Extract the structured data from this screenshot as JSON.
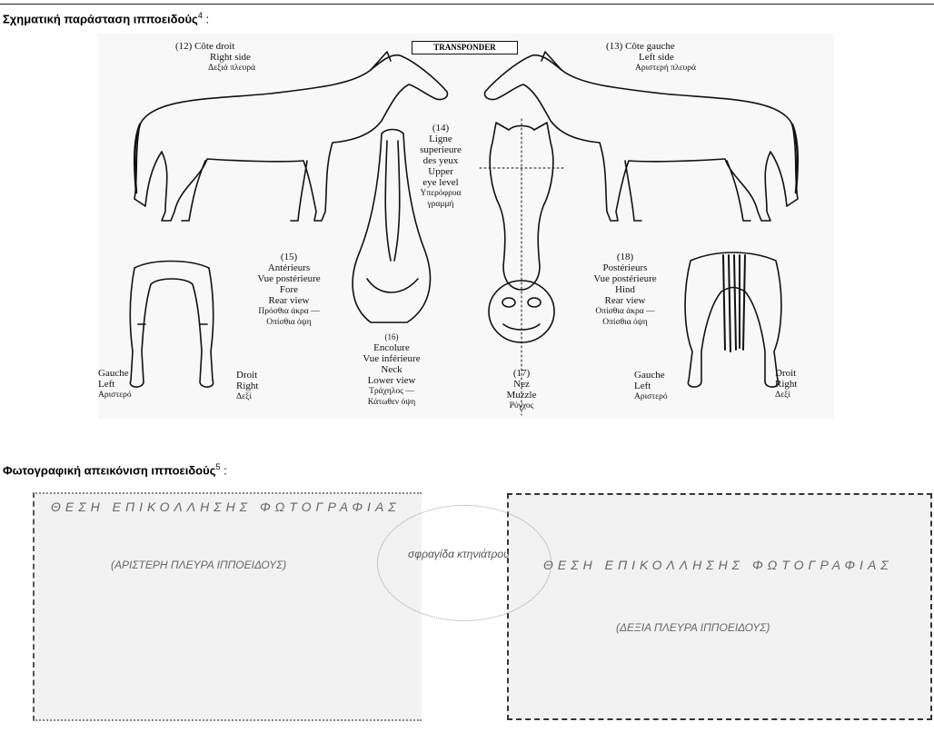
{
  "sections": {
    "schematic_heading": "Σχηματική παράσταση ιπποειδούς",
    "schematic_sup": "4",
    "photo_heading": "Φωτογραφική απεικόνιση ιπποειδούς",
    "photo_sup": "5",
    "heading_suffix": " :"
  },
  "diagram": {
    "transponder": "TRANSPONDER",
    "right_side": [
      "(12)  Côte droit",
      "Right side",
      "Δεξιά πλευρά"
    ],
    "left_side": [
      "(13)  Côte gauche",
      "Left side",
      "Αριστερή πλευρά"
    ],
    "eye_level": [
      "(14)",
      "Ligne",
      "superieure",
      "des yeux",
      "Upper",
      "eye level",
      "Υπερόφρυα",
      "γραμμή"
    ],
    "fore": [
      "(15)",
      "Antérieurs",
      "Vue postérieure",
      "Fore",
      "Rear view",
      "Πρόσθια άκρα —",
      "Οπίσθια όψη"
    ],
    "neck": [
      "(16)",
      "Encolure",
      "Vue inférieure",
      "Neck",
      "Lower view",
      "Τράχηλος —",
      "Κάτωθεν όψη"
    ],
    "muzzle": [
      "(17)",
      "Nez",
      "Muzzle",
      "Ρύγχος"
    ],
    "hind": [
      "(18)",
      "Postérieurs",
      "Vue postérieure",
      "Hind",
      "Rear view",
      "Οπίσθια άκρα —",
      "Οπίσθια όψη"
    ],
    "fore_left": [
      "Gauche",
      "Left",
      "Αριστερό"
    ],
    "fore_right": [
      "Droit",
      "Right",
      "Δεξί"
    ],
    "hind_left": [
      "Gauche",
      "Left",
      "Αριστερό"
    ],
    "hind_right": [
      "Droit",
      "Right",
      "Δεξί"
    ]
  },
  "photos": {
    "left_title": "ΘΕΣΗ ΕΠΙΚΟΛΛΗΣΗΣ ΦΩΤΟΓΡΑΦΙΑΣ",
    "left_sub": "(ΑΡΙΣΤΕΡΗ ΠΛΕΥΡΑ ΙΠΠΟΕΙΔΟΥΣ)",
    "right_title": "ΘΕΣΗ ΕΠΙΚΟΛΛΗΣΗΣ ΦΩΤΟΓΡΑΦΙΑΣ",
    "right_sub": "(ΔΕΞΙΑ ΠΛΕΥΡΑ ΙΠΠΟΕΙΔΟΥΣ)",
    "stamp": "σφραγίδα κτηνιάτρου"
  }
}
